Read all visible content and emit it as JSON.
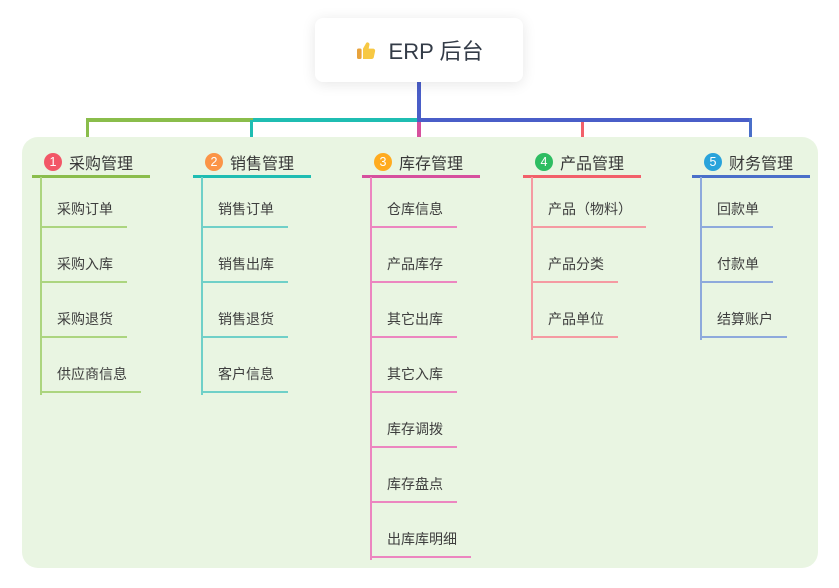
{
  "root": {
    "label": "ERP 后台",
    "icon": "thumbs-up"
  },
  "colors": {
    "connector": "#4a5ec8",
    "panel_bg": "#e9f5e2"
  },
  "branches": [
    {
      "index": "1",
      "label": "采购管理",
      "badge_color": "#f25767",
      "line_color": "#8abd4b",
      "child_line_color": "#acd57f",
      "children": [
        "采购订单",
        "采购入库",
        "采购退货",
        "供应商信息"
      ]
    },
    {
      "index": "2",
      "label": "销售管理",
      "badge_color": "#fb9447",
      "line_color": "#1fbdb2",
      "child_line_color": "#6fd0c8",
      "children": [
        "销售订单",
        "销售出库",
        "销售退货",
        "客户信息"
      ]
    },
    {
      "index": "3",
      "label": "库存管理",
      "badge_color": "#ffab1f",
      "line_color": "#d6509e",
      "child_line_color": "#ec86c0",
      "children": [
        "仓库信息",
        "产品库存",
        "其它出库",
        "其它入库",
        "库存调拨",
        "库存盘点",
        "出库库明细"
      ]
    },
    {
      "index": "4",
      "label": "产品管理",
      "badge_color": "#2ebd62",
      "line_color": "#f2606a",
      "child_line_color": "#f59aa2",
      "children": [
        "产品（物料）",
        "产品分类",
        "产品单位"
      ]
    },
    {
      "index": "5",
      "label": "财务管理",
      "badge_color": "#29a3db",
      "line_color": "#4a6fc9",
      "child_line_color": "#8ea9dc",
      "children": [
        "回款单",
        "付款单",
        "结算账户"
      ]
    }
  ]
}
